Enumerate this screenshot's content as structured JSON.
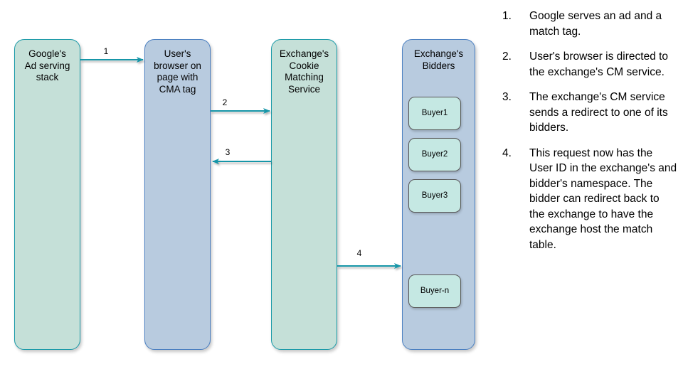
{
  "diagram": {
    "nodes": [
      {
        "id": "google-ad-serving-stack",
        "label": "Google's\nAd serving\nstack",
        "color": "#c5e0d8"
      },
      {
        "id": "user-browser",
        "label": "User's\nbrowser on\npage with\nCMA tag",
        "color": "#b8cbdf"
      },
      {
        "id": "exchange-cookie-matching-service",
        "label": "Exchange's\nCookie\nMatching\nService",
        "color": "#c5e0d8"
      },
      {
        "id": "exchange-bidders",
        "label": "Exchange's\nBidders",
        "color": "#b8cbdf"
      }
    ],
    "bidders": [
      {
        "id": "buyer1",
        "label": "Buyer1"
      },
      {
        "id": "buyer2",
        "label": "Buyer2"
      },
      {
        "id": "buyer3",
        "label": "Buyer3"
      },
      {
        "id": "buyer-n",
        "label": "Buyer-n"
      }
    ],
    "arrows": [
      {
        "id": "arrow-1",
        "number": "1",
        "from": "google-ad-serving-stack",
        "to": "user-browser",
        "direction": "right"
      },
      {
        "id": "arrow-2",
        "number": "2",
        "from": "user-browser",
        "to": "exchange-cookie-matching-service",
        "direction": "right"
      },
      {
        "id": "arrow-3",
        "number": "3",
        "from": "exchange-cookie-matching-service",
        "to": "user-browser",
        "direction": "left"
      },
      {
        "id": "arrow-4",
        "number": "4",
        "from": "exchange-cookie-matching-service",
        "to": "exchange-bidders",
        "direction": "right"
      }
    ],
    "arrow_color": "#1796a8",
    "bidder_fill": "#c5e8e3"
  },
  "steps": [
    {
      "num": "1.",
      "text": "Google serves an ad and a match tag."
    },
    {
      "num": "2.",
      "text": "User's browser is directed to the exchange's CM service."
    },
    {
      "num": "3.",
      "text": "The exchange's CM service sends a redirect to one of its bidders."
    },
    {
      "num": "4.",
      "text": "This request now has the User ID in the exchange's and bidder's namespace. The bidder can redirect back to the exchange to have the exchange host the match table."
    }
  ]
}
